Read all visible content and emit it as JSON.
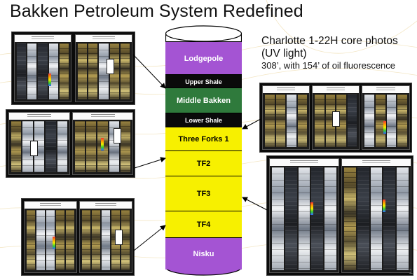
{
  "title": "Bakken Petroleum System Redefined",
  "caption": {
    "line1": "Charlotte 1-22H core photos",
    "line2": "(UV light)",
    "line3": "308’, with 154’ of oil fluorescence"
  },
  "page_number": "1",
  "colors": {
    "purple": "#a454d3",
    "black": "#0a0a0a",
    "green": "#2f7a3c",
    "yellow": "#f7f000"
  },
  "column": {
    "units": [
      {
        "label": "Lodgepole",
        "color": "#a454d3",
        "text_color": "#ffffff"
      },
      {
        "label": "Upper Shale",
        "color": "#0a0a0a",
        "text_color": "#ffffff"
      },
      {
        "label": "Middle Bakken",
        "color": "#2f7a3c",
        "text_color": "#ffffff"
      },
      {
        "label": "Lower Shale",
        "color": "#0a0a0a",
        "text_color": "#ffffff"
      },
      {
        "label": "Three Forks 1",
        "color": "#f7f000",
        "text_color": "#000000"
      },
      {
        "label": "TF2",
        "color": "#f7f000",
        "text_color": "#000000"
      },
      {
        "label": "TF3",
        "color": "#f7f000",
        "text_color": "#000000"
      },
      {
        "label": "TF4",
        "color": "#f7f000",
        "text_color": "#000000"
      },
      {
        "label": "Nisku",
        "color": "#a454d3",
        "text_color": "#ffffff"
      }
    ]
  },
  "core_photos": [
    {
      "name": "core-photo-upper-left"
    },
    {
      "name": "core-photo-middle-left"
    },
    {
      "name": "core-photo-lower-left"
    },
    {
      "name": "core-photo-upper-right"
    },
    {
      "name": "core-photo-lower-right"
    }
  ]
}
